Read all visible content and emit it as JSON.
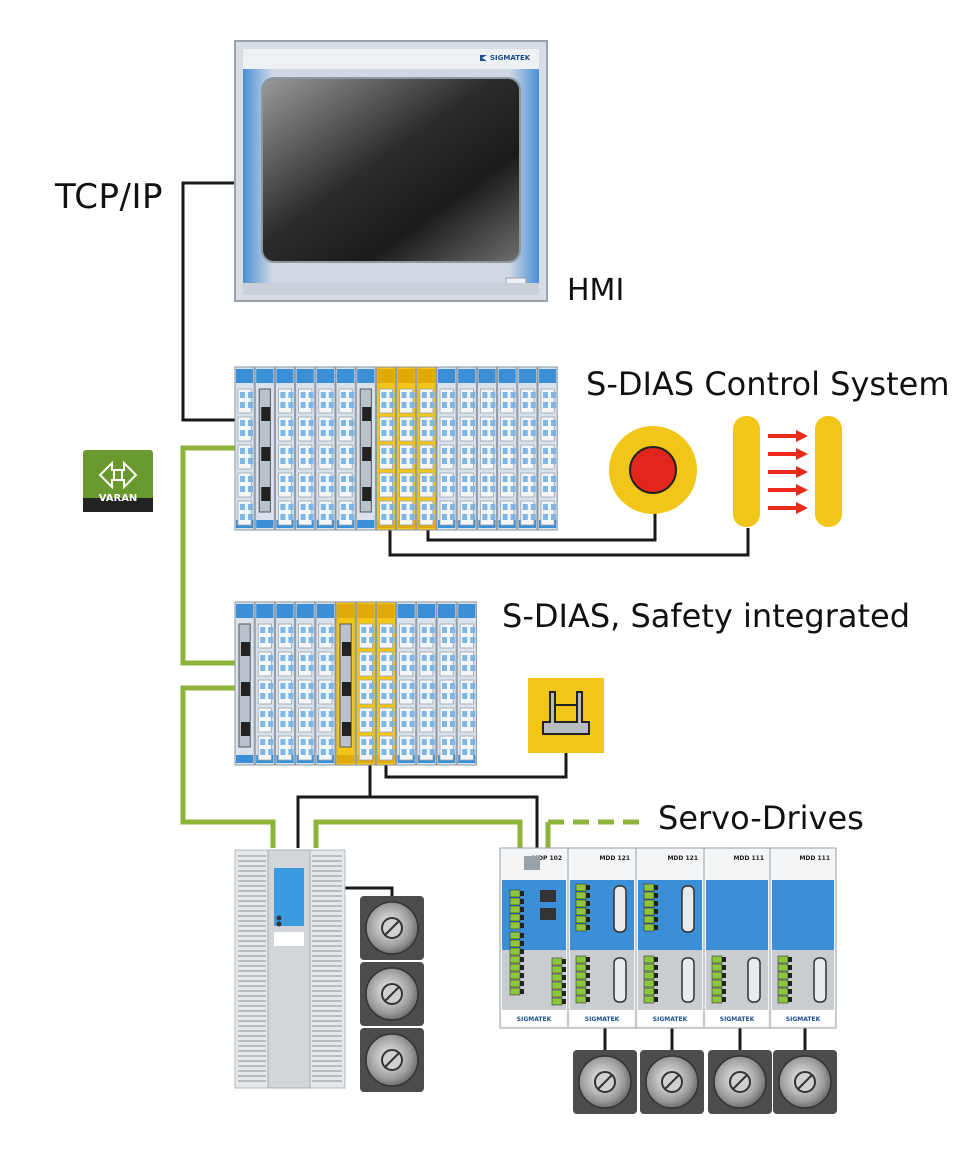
{
  "labels": {
    "tcp_ip": "TCP/IP",
    "hmi": "HMI",
    "control_system": "S-DIAS Control System",
    "safety_integrated": "S-DIAS, Safety integrated",
    "servo_drives": "Servo-Drives",
    "varan": "VARAN",
    "brand": "SIGMATEK"
  },
  "drive_modules": [
    {
      "name": "MDP 102"
    },
    {
      "name": "MDD 121"
    },
    {
      "name": "MDD 121"
    },
    {
      "name": "MDD 111"
    },
    {
      "name": "MDD 111"
    }
  ],
  "colors": {
    "ethernet_line": "#1a1a1a",
    "varan_line": "#8db33a",
    "safety_yellow": "#f2c618",
    "module_blue": "#3a8fd6",
    "emergency_red": "#e3261c",
    "arrow_red": "#e8291c",
    "varan_logo_bg": "#6a9a2e"
  },
  "icons": [
    "varan-logo",
    "emergency-stop-icon",
    "light-curtain-icon",
    "safety-switch-icon",
    "motor-icon"
  ]
}
